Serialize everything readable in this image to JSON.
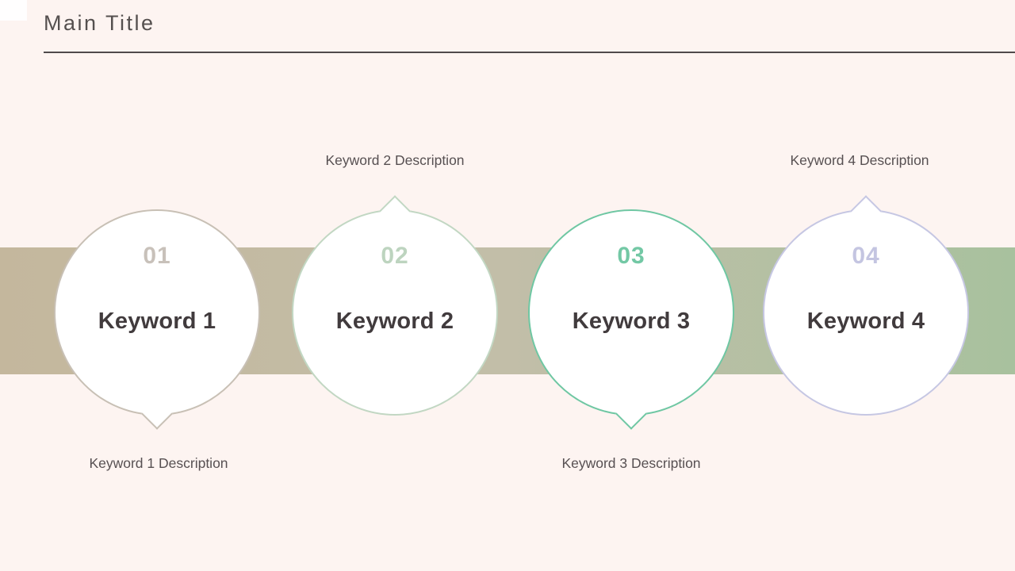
{
  "slide": {
    "title": "Main Title",
    "background_color": "#FDF4F1",
    "divider_color": "#4F4A4B",
    "band": {
      "left_color": "#C4B79D",
      "mid_color": "#C2BEA8",
      "right_color": "#A8C19E"
    },
    "text_colors": {
      "title": "#55504F",
      "keyword": "#413B3D",
      "description": "#575052"
    }
  },
  "steps": [
    {
      "number": "01",
      "keyword": "Keyword 1",
      "description": "Keyword 1 Description",
      "accent": "#C8C0B5",
      "number_color": "#C8C1BA",
      "tail": "down",
      "description_position": "below"
    },
    {
      "number": "02",
      "keyword": "Keyword 2",
      "description": "Keyword 2 Description",
      "accent": "#C2D7C3",
      "number_color": "#BDD4BF",
      "tail": "up",
      "description_position": "above"
    },
    {
      "number": "03",
      "keyword": "Keyword 3",
      "description": "Keyword 3 Description",
      "accent": "#6FC7A3",
      "number_color": "#73C8A5",
      "tail": "down",
      "description_position": "below"
    },
    {
      "number": "04",
      "keyword": "Keyword 4",
      "description": "Keyword 4 Description",
      "accent": "#C6C7E3",
      "number_color": "#C4C5E1",
      "tail": "up",
      "description_position": "above"
    }
  ]
}
